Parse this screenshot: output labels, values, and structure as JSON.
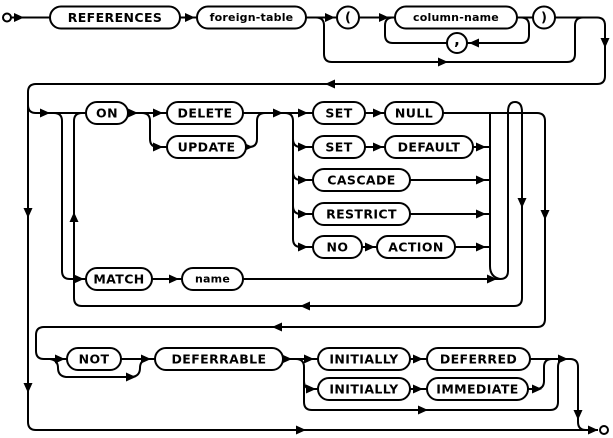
{
  "diagram": {
    "kind": "railroad-syntax-diagram",
    "colors": {
      "line": "#000000",
      "background": "#ffffff",
      "text": "#000000"
    },
    "nodes": {
      "references": "REFERENCES",
      "foreign_table": "foreign-table",
      "lparen": "(",
      "column_name": "column-name",
      "comma": ",",
      "rparen": ")",
      "on": "ON",
      "delete": "DELETE",
      "update": "UPDATE",
      "set_a": "SET",
      "null": "NULL",
      "set_b": "SET",
      "default": "DEFAULT",
      "cascade": "CASCADE",
      "restrict": "RESTRICT",
      "no": "NO",
      "action": "ACTION",
      "match": "MATCH",
      "name": "name",
      "not": "NOT",
      "deferrable": "DEFERRABLE",
      "initially_a": "INITIALLY",
      "deferred": "DEFERRED",
      "initially_b": "INITIALLY",
      "immediate": "IMMEDIATE"
    }
  }
}
